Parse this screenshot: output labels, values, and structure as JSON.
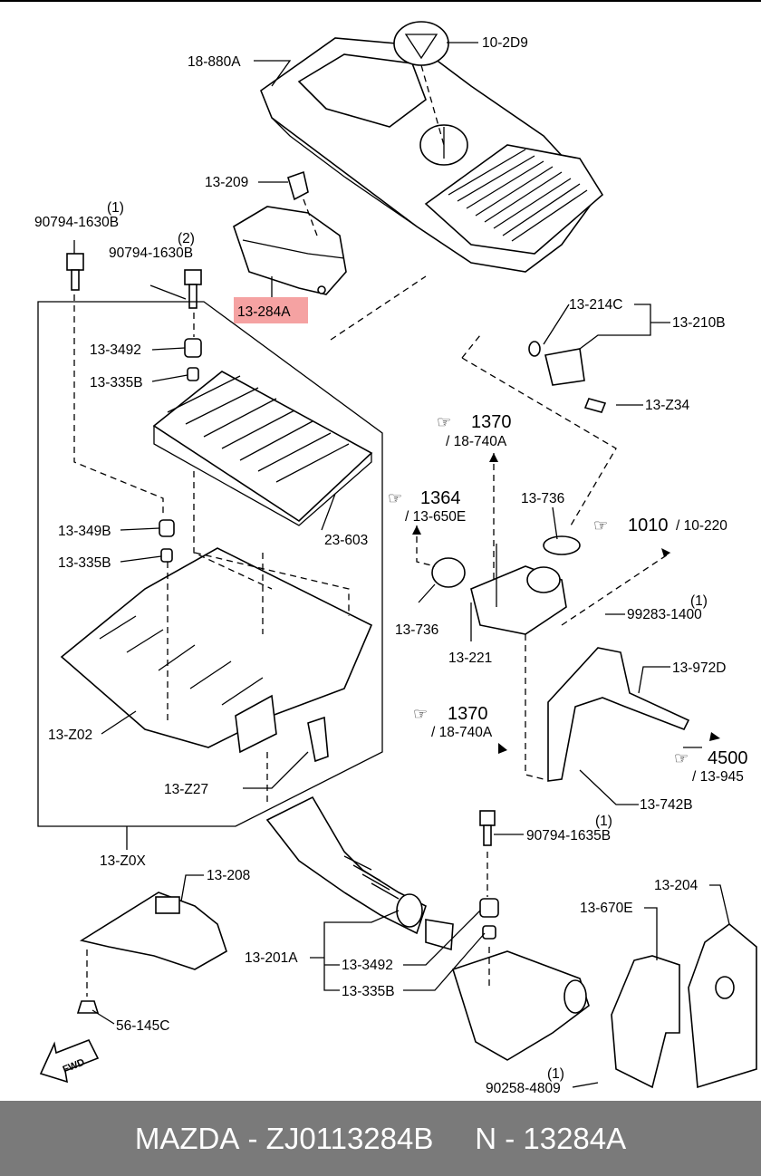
{
  "highlight_color": "#f5a2a2",
  "footer_bg": "#7a7a7a",
  "footer": {
    "brand": "MAZDA",
    "sep": " - ",
    "part_no": "ZJ0113284B",
    "gap": "     ",
    "ref": "N - 13284A"
  },
  "labels": {
    "l_18880A": "18-880A",
    "l_102D9": "10-2D9",
    "l_13209": "13-209",
    "l_90794_1": "90794-1630B",
    "l_90794_1n": "(1)",
    "l_90794_2": "90794-1630B",
    "l_90794_2n": "(2)",
    "l_13284A": "13-284A",
    "l_13214C": "13-214C",
    "l_13210B": "13-210B",
    "l_133492a": "13-3492",
    "l_13335Ba": "13-335B",
    "l_13Z34": "13-Z34",
    "l_1370a": "1370",
    "l_18740Aa": "/ 18-740A",
    "l_1364": "1364",
    "l_13650E": "/ 13-650E",
    "l_13736a": "13-736",
    "l_1010": "1010",
    "l_10220": "/ 10-220",
    "l_23603": "23-603",
    "l_13349B": "13-349B",
    "l_13335Bb": "13-335B",
    "l_99283": "99283-1400",
    "l_99283n": "(1)",
    "l_13736b": "13-736",
    "l_13221": "13-221",
    "l_13972D": "13-972D",
    "l_13Z02": "13-Z02",
    "l_1370b": "1370",
    "l_18740Ab": "/ 18-740A",
    "l_4500": "4500",
    "l_13945": "/ 13-945",
    "l_13Z27": "13-Z27",
    "l_13742B": "13-742B",
    "l_13Z0X": "13-Z0X",
    "l_90794_3": "90794-1635B",
    "l_90794_3n": "(1)",
    "l_13208": "13-208",
    "l_13204": "13-204",
    "l_13670E": "13-670E",
    "l_13201A": "13-201A",
    "l_133492b": "13-3492",
    "l_13335Bc": "13-335B",
    "l_56145C": "56-145C",
    "l_90258": "90258-4809",
    "l_90258n": "(1)",
    "l_fwd": "FWD"
  }
}
